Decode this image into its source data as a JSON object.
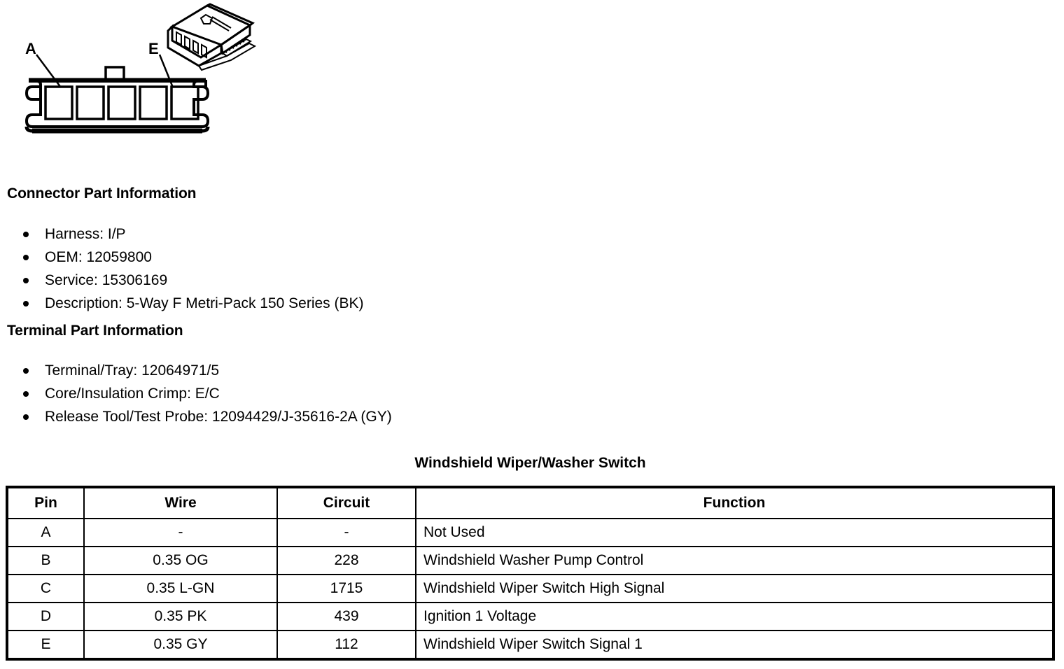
{
  "figure": {
    "title": "connector-face-view",
    "pin_labels": [
      {
        "name": "A",
        "text": "A"
      },
      {
        "name": "E",
        "text": "E"
      }
    ],
    "cavity_count": 5
  },
  "connector_part_information": {
    "heading": "Connector Part Information",
    "items": [
      "Harness: I/P",
      "OEM: 12059800",
      "Service: 15306169",
      "Description: 5-Way F Metri-Pack 150 Series (BK)"
    ]
  },
  "terminal_part_information": {
    "heading": "Terminal Part Information",
    "items": [
      "Terminal/Tray: 12064971/5",
      "Core/Insulation Crimp: E/C",
      "Release Tool/Test Probe: 12094429/J-35616-2A (GY)"
    ]
  },
  "pinout": {
    "title": "Windshield Wiper/Washer Switch",
    "columns": [
      "Pin",
      "Wire",
      "Circuit",
      "Function"
    ],
    "rows": [
      {
        "pin": "A",
        "wire": "-",
        "circuit": "-",
        "function": "Not Used"
      },
      {
        "pin": "B",
        "wire": "0.35 OG",
        "circuit": "228",
        "function": "Windshield Washer Pump Control"
      },
      {
        "pin": "C",
        "wire": "0.35 L-GN",
        "circuit": "1715",
        "function": "Windshield Wiper Switch High Signal"
      },
      {
        "pin": "D",
        "wire": "0.35 PK",
        "circuit": "439",
        "function": "Ignition 1 Voltage"
      },
      {
        "pin": "E",
        "wire": "0.35 GY",
        "circuit": "112",
        "function": "Windshield Wiper Switch Signal 1"
      }
    ]
  },
  "colors": {
    "ink": "#000000",
    "paper": "#ffffff"
  }
}
